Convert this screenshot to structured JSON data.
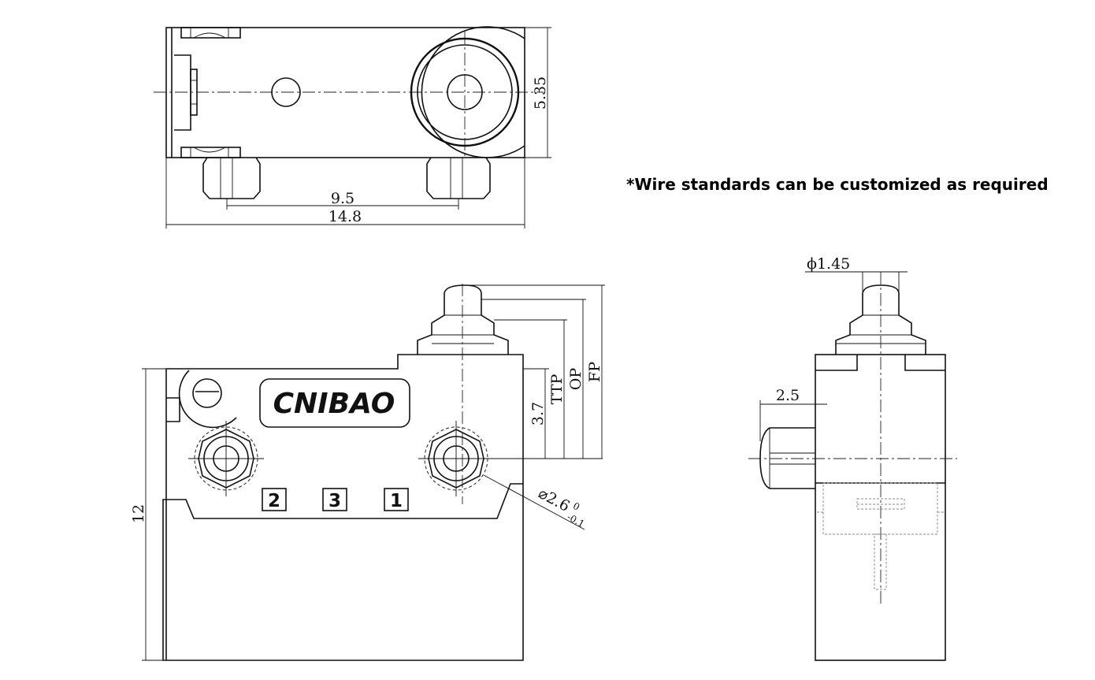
{
  "note": "*Wire standards can be customized as required",
  "brand": "CNIBAO",
  "top_view": {
    "height_dim": "5.35",
    "pin_spacing_dim": "9.5",
    "length_dim": "14.8"
  },
  "front_view": {
    "height_dim": "12",
    "plunger_dim": "3.7",
    "ttp_label": "TTP",
    "op_label": "OP",
    "fp_label": "FP",
    "hole_dim": "⌀2.6",
    "hole_tol_upper": "0",
    "hole_tol_lower": "-0.1",
    "terminal_labels": [
      "2",
      "3",
      "1"
    ]
  },
  "side_view": {
    "plunger_dia_dim": "ϕ1.45",
    "wire_exit_dim": "2.5"
  }
}
